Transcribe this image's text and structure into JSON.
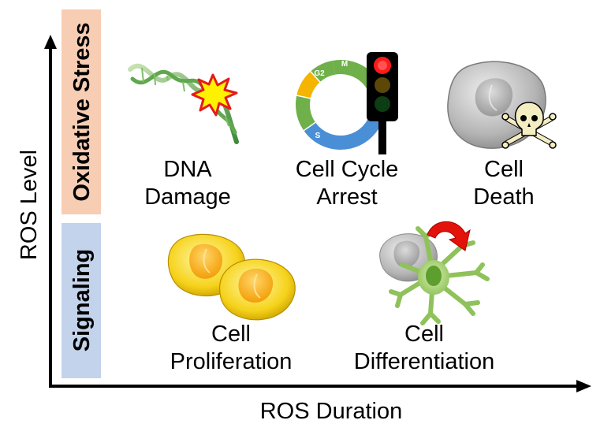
{
  "axes": {
    "x_label": "ROS Duration",
    "y_label": "ROS Level"
  },
  "bands": {
    "upper": {
      "label": "Oxidative Stress",
      "color": "#f7cdb3"
    },
    "lower": {
      "label": "Signaling",
      "color": "#c3d3ec"
    }
  },
  "items": {
    "dna_damage": {
      "line1": "DNA",
      "line2": "Damage"
    },
    "cell_cycle_arrest": {
      "line1": "Cell Cycle",
      "line2": "Arrest"
    },
    "cell_death": {
      "line1": "Cell",
      "line2": "Death"
    },
    "cell_proliferation": {
      "line1": "Cell",
      "line2": "Proliferation"
    },
    "cell_differentiation": {
      "line1": "Cell",
      "line2": "Differentiation"
    }
  },
  "cell_cycle_phases": {
    "m": "M",
    "g2": "G2",
    "s": "S"
  },
  "colors": {
    "traffic_light_red": "#ff1a1a",
    "cell_yellow": "#f6d21a",
    "cell_grey": "#a9a9a9",
    "cell_green": "#a6cf6a",
    "arrow_red": "#e3120b"
  }
}
